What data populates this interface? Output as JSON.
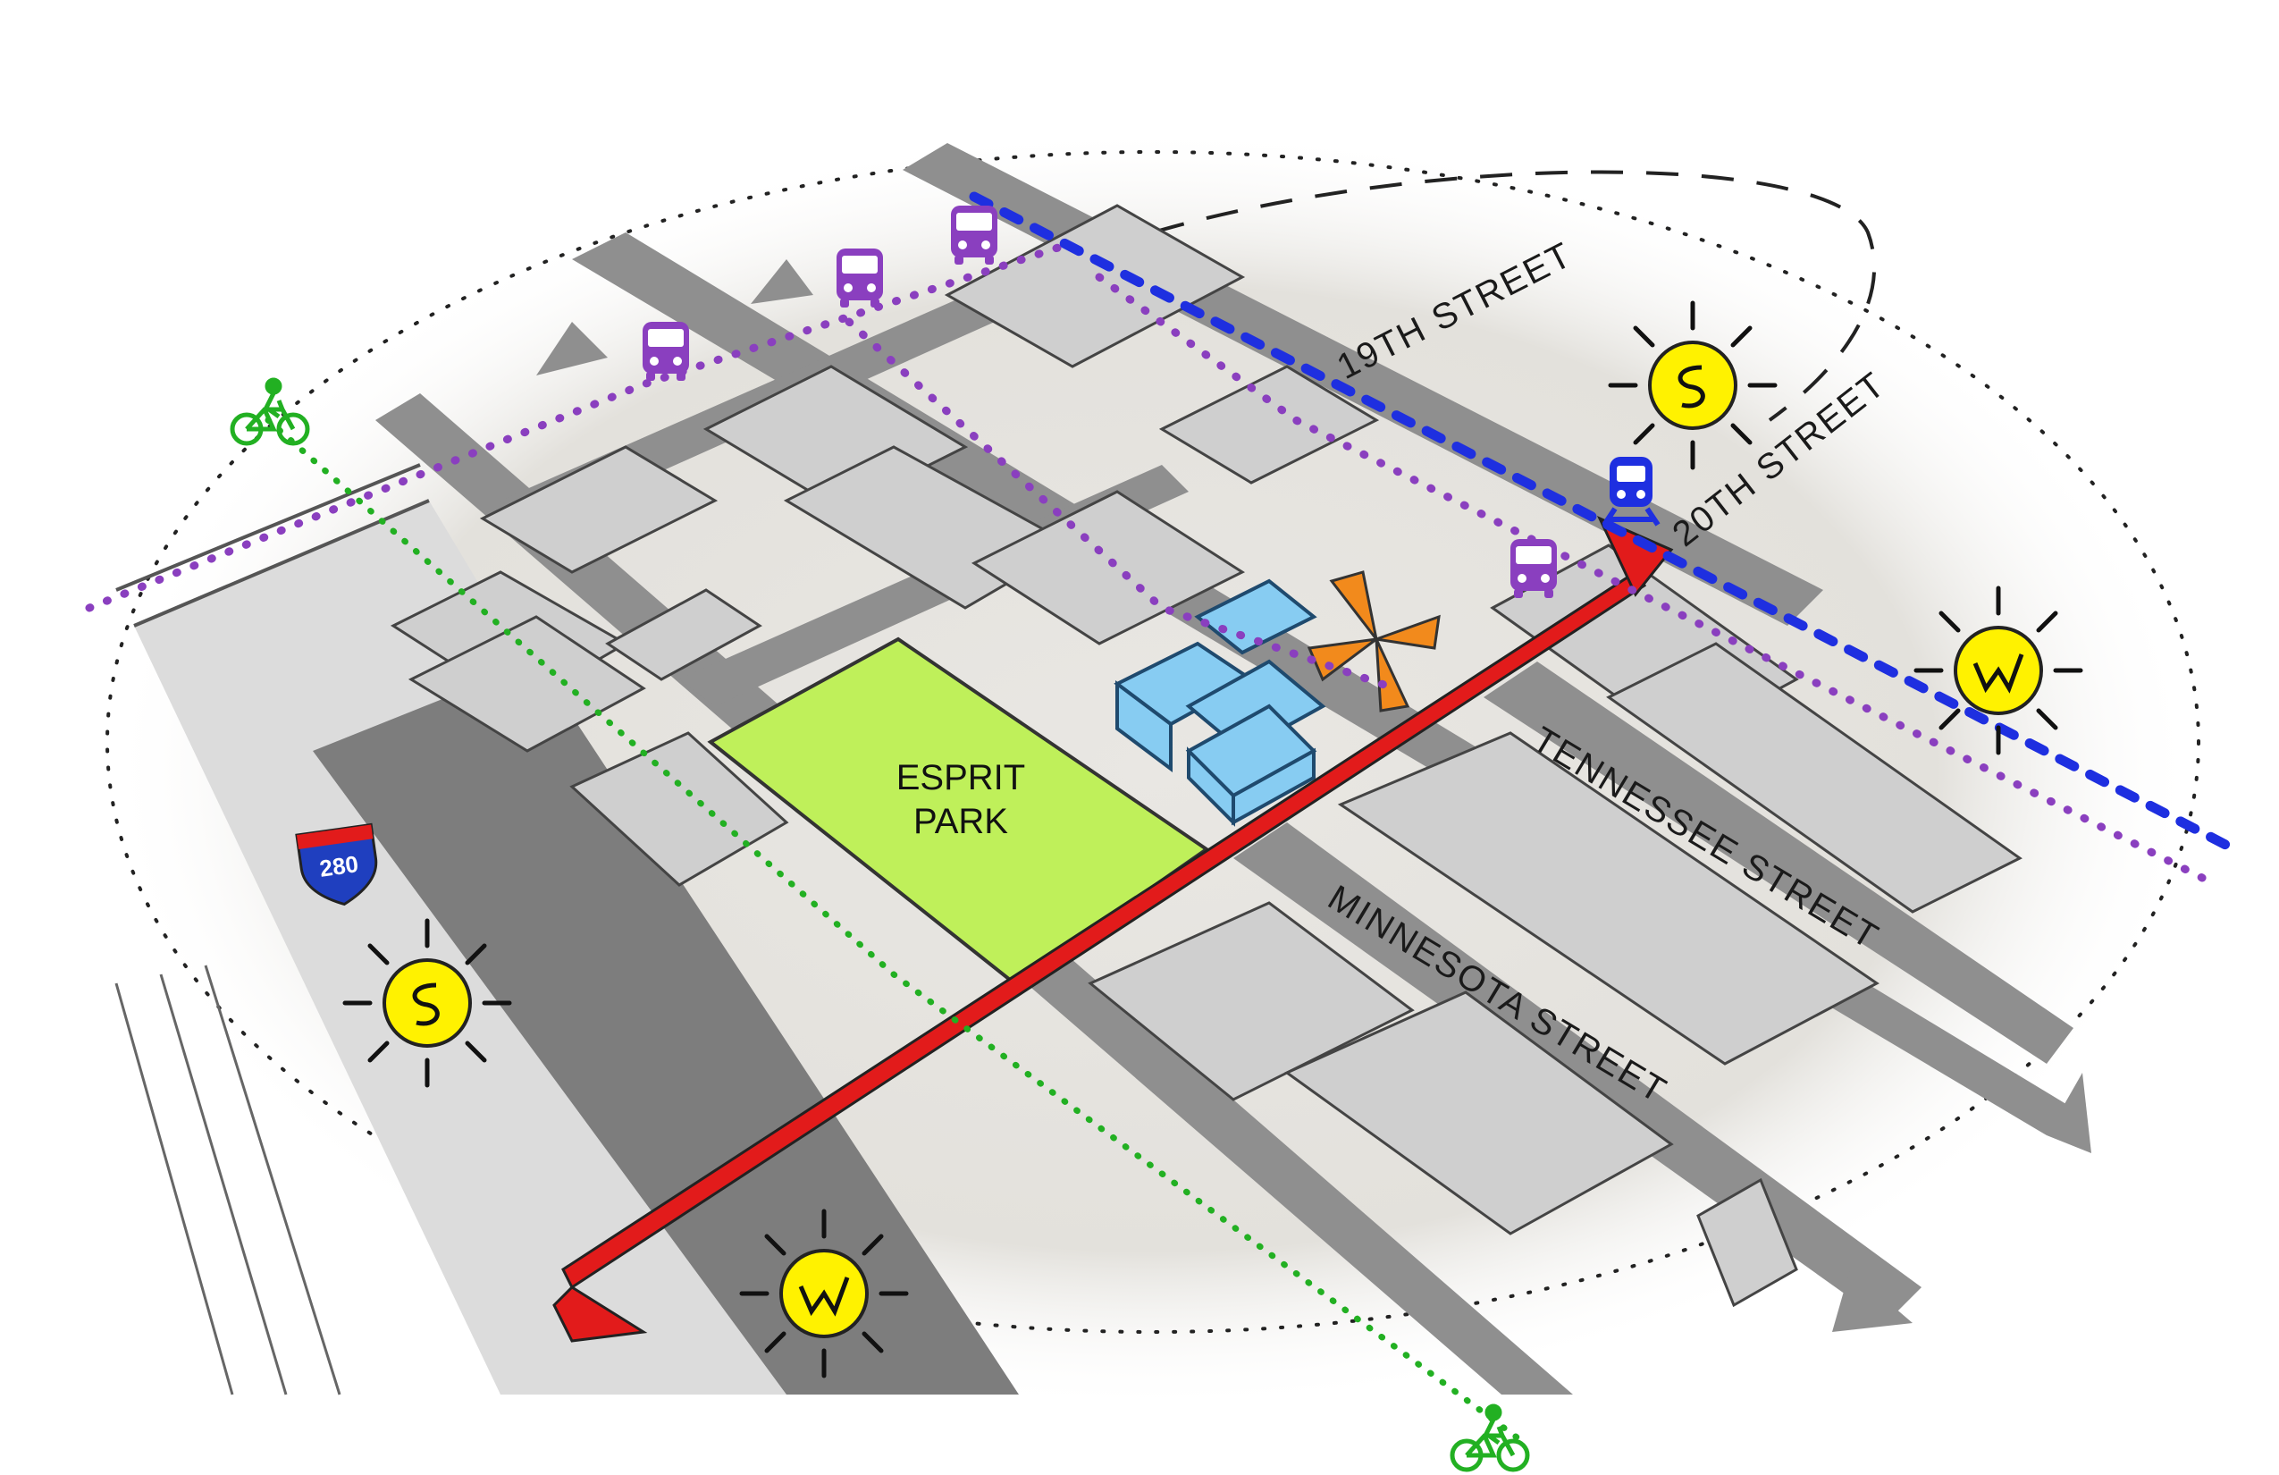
{
  "park": {
    "line1": "ESPRIT",
    "line2": "PARK"
  },
  "streets": {
    "s19th": "19TH STREET",
    "s20th": "20TH STREET",
    "tennessee": "TENNESSEE STREET",
    "minnesota": "MINNESOTA STREET"
  },
  "highway_shield": {
    "number": "280"
  },
  "colors": {
    "park": "#bff05a",
    "project": "#87ccf2",
    "hub": "#f28a1c",
    "corridor": "#e21b1b",
    "bus_line": "#8a3fbf",
    "rail_line": "#1e2fe0",
    "bike_line": "#22b022",
    "sun": "#fff200",
    "street": "#8f8f8f",
    "block": "#cfcfcf"
  },
  "icons": {
    "bus": "bus-icon",
    "train": "train-icon",
    "bike": "bicycle-icon",
    "sun_s": "sun-s-icon",
    "sun_w": "sun-w-icon",
    "hub": "hub-star-icon"
  }
}
